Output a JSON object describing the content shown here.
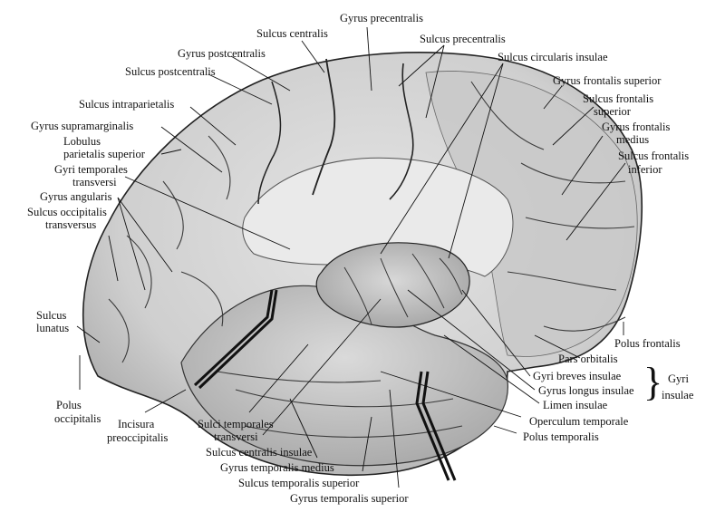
{
  "labels": {
    "gyrus_precentralis": "Gyrus precentralis",
    "sulcus_centralis": "Sulcus centralis",
    "sulcus_precentralis": "Sulcus precentralis",
    "gyrus_postcentralis": "Gyrus postcentralis",
    "sulcus_circularis_insulae": "Sulcus circularis insulae",
    "sulcus_postcentralis": "Sulcus postcentralis",
    "gyrus_frontalis_superior": "Gyrus frontalis superior",
    "sulcus_frontalis_superior_1": "Sulcus frontalis",
    "sulcus_frontalis_superior_2": "superior",
    "sulcus_intraparietalis": "Sulcus intraparietalis",
    "gyrus_frontalis_medius_1": "Gyrus frontalis",
    "gyrus_frontalis_medius_2": "medius",
    "gyrus_supramarginalis": "Gyrus supramarginalis",
    "lobulus_1": "Lobulus",
    "lobulus_2": "parietalis superior",
    "sulcus_frontalis_inferior_1": "Sulcus frontalis",
    "sulcus_frontalis_inferior_2": "inferior",
    "gyri_temporales_1": "Gyri temporales",
    "gyri_temporales_2": "transversi",
    "gyrus_angularis": "Gyrus angularis",
    "sulcus_occipitalis_1": "Sulcus occipitalis",
    "sulcus_occipitalis_2": "transversus",
    "sulcus_lunatus_1": "Sulcus",
    "sulcus_lunatus_2": "lunatus",
    "polus_frontalis": "Polus frontalis",
    "pars_orbitalis": "Pars orbitalis",
    "gyri_breves_insulae": "Gyri breves insulae",
    "gyrus_longus_insulae": "Gyrus longus insulae",
    "limen_insulae": "Limen insulae",
    "gyri_insulae_1": "Gyri",
    "gyri_insulae_2": "insulae",
    "polus_occipitalis_1": "Polus",
    "polus_occipitalis_2": "occipitalis",
    "incisura_1": "Incisura",
    "incisura_2": "preoccipitalis",
    "sulci_temporales_1": "Sulci temporales",
    "sulci_temporales_2": "transversi",
    "operculum_temporale": "Operculum temporale",
    "polus_temporalis": "Polus temporalis",
    "sulcus_centralis_insulae": "Sulcus centralis insulae",
    "gyrus_temporalis_medius": "Gyrus temporalis  medius",
    "sulcus_temporalis_superior": "Sulcus temporalis superior",
    "gyrus_temporalis_superior": "Gyrus temporalis superior"
  },
  "colors": {
    "ink": "#111111",
    "cortex": "#d2d2d2",
    "cortex_dark": "#8a8a8a",
    "insula": "#c4c4c4",
    "cut_surface": "#ededed"
  }
}
